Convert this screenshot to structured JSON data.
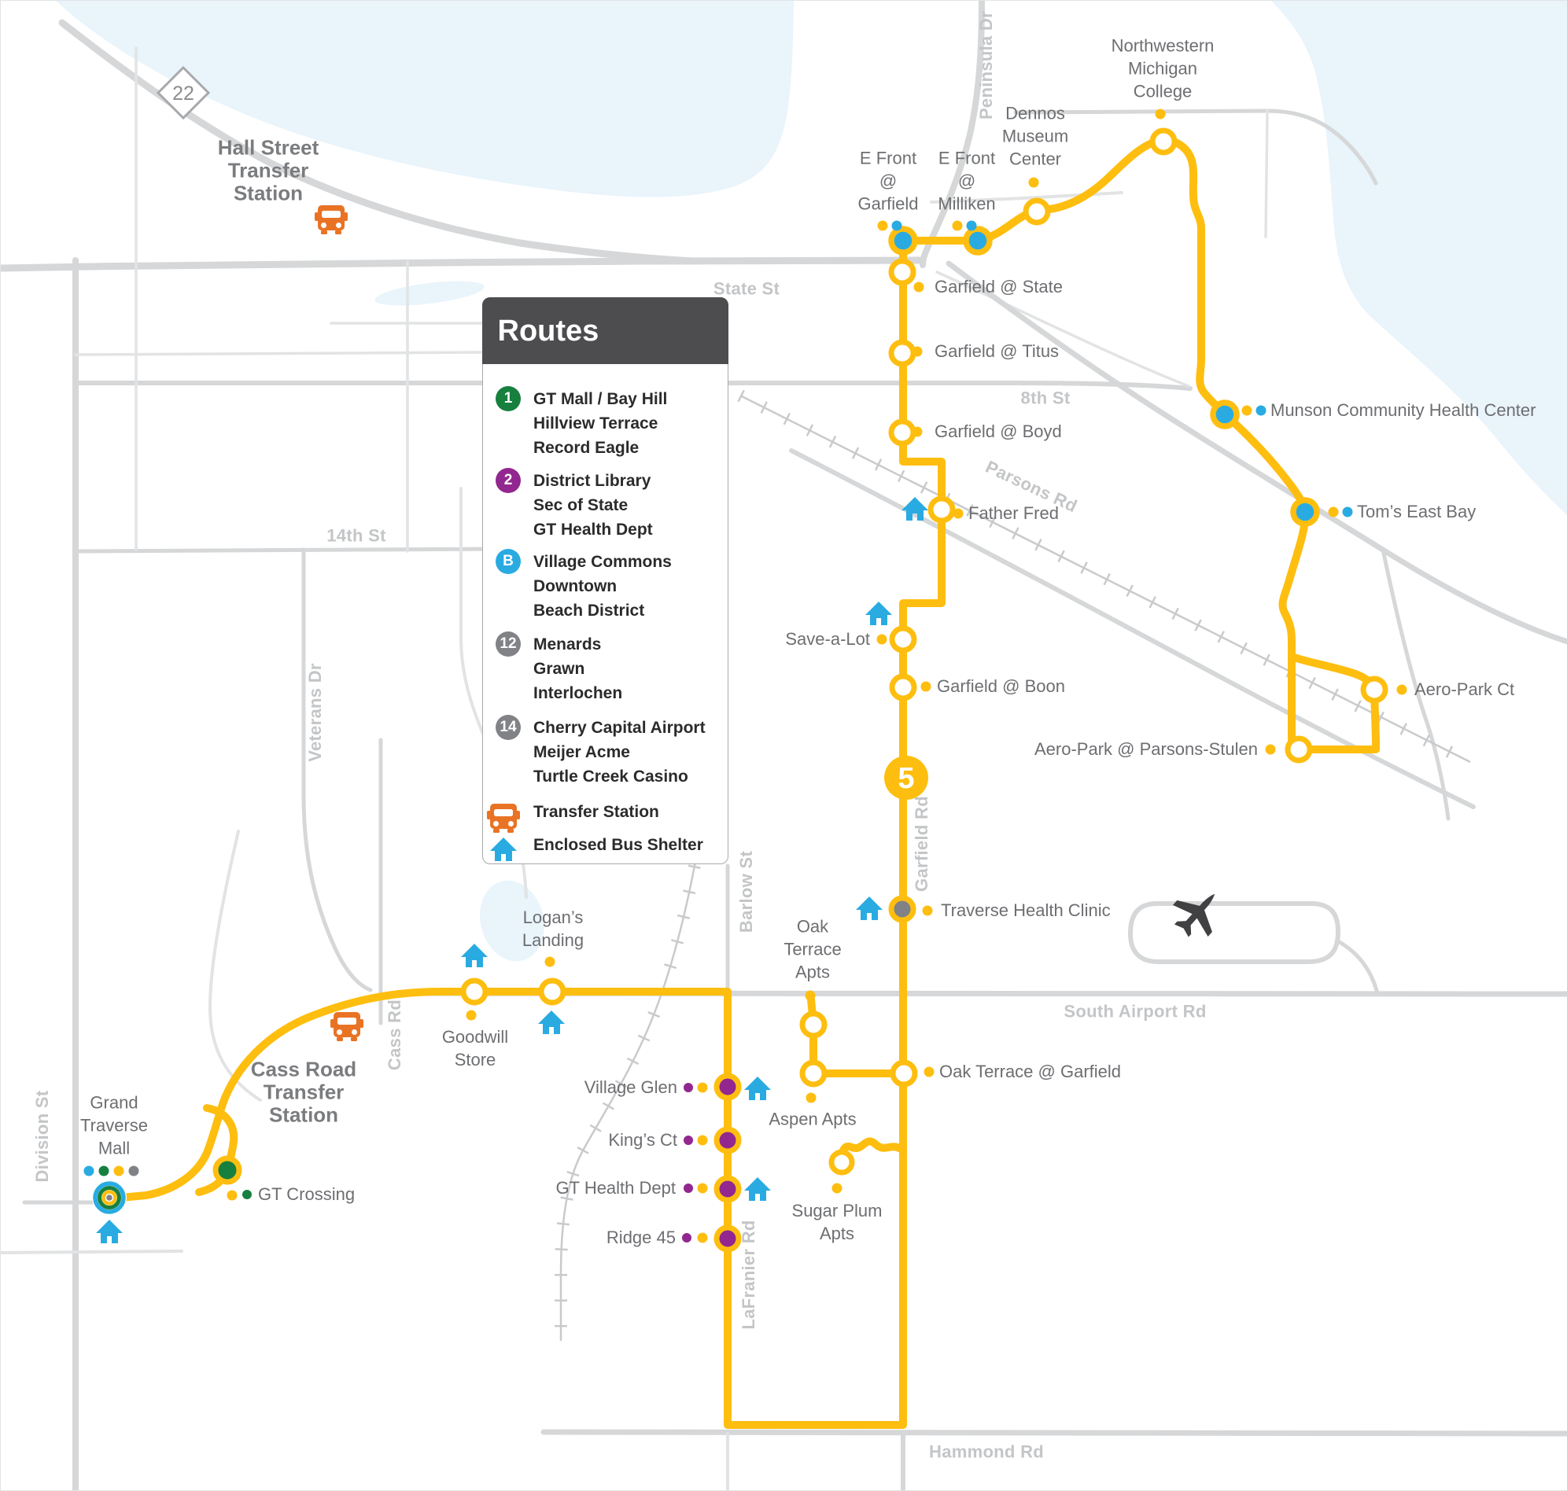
{
  "legend": {
    "title": "Routes",
    "routes": [
      {
        "badge": "1",
        "color": "#17803F",
        "lines": [
          "GT Mall / Bay Hill",
          "Hillview Terrace",
          "Record Eagle"
        ]
      },
      {
        "badge": "2",
        "color": "#92278F",
        "lines": [
          "District Library",
          "Sec of State",
          "GT Health Dept"
        ]
      },
      {
        "badge": "B",
        "color": "#29ABE2",
        "lines": [
          "Village Commons",
          "Downtown",
          "Beach District"
        ]
      },
      {
        "badge": "12",
        "color": "#808285",
        "lines": [
          "Menards",
          "Grawn",
          "Interlochen"
        ]
      },
      {
        "badge": "14",
        "color": "#808285",
        "lines": [
          "Cherry Capital Airport",
          "Meijer Acme",
          "Turtle Creek Casino"
        ]
      }
    ],
    "transfer_station": "Transfer Station",
    "bus_shelter": "Enclosed Bus Shelter"
  },
  "badges": {
    "route": "5",
    "highway": "22"
  },
  "stations": {
    "hall": [
      "Hall Street",
      "Transfer",
      "Station"
    ],
    "cass": [
      "Cass Road",
      "Transfer",
      "Station"
    ]
  },
  "streets": {
    "state": "State St",
    "eighth": "8th St",
    "parsons": "Parsons Rd",
    "fourteenth": "14th St",
    "veterans": "Veterans Dr",
    "peninsula": "Peninsula Dr",
    "cass": "Cass Rd",
    "barlow": "Barlow St",
    "garfield": "Garfield Rd",
    "south_airport": "South Airport Rd",
    "lafranier": "LaFranier Rd",
    "division": "Division St",
    "hammond": "Hammond Rd"
  },
  "stops": {
    "efront_garfield": [
      "E Front",
      "@",
      "Garfield"
    ],
    "efront_milliken": [
      "E Front",
      "@",
      "Milliken"
    ],
    "dennos": [
      "Dennos",
      "Museum",
      "Center"
    ],
    "nmc": [
      "Northwestern",
      "Michigan",
      "College"
    ],
    "garfield_state": "Garfield @ State",
    "garfield_titus": "Garfield @ Titus",
    "garfield_boyd": "Garfield @ Boyd",
    "munson": "Munson Community Health Center",
    "toms_east_bay": "Tom’s East Bay",
    "father_fred": "Father Fred",
    "save_a_lot": "Save-a-Lot",
    "garfield_boon": "Garfield @ Boon",
    "aero_park_ct": "Aero-Park Ct",
    "aero_park_parsons_stulen": "Aero-Park @ Parsons-Stulen",
    "traverse_health_clinic": "Traverse Health Clinic",
    "oak_terrace_apts": [
      "Oak",
      "Terrace",
      "Apts"
    ],
    "oak_terrace_garfield": "Oak Terrace @ Garfield",
    "aspen_apts": "Aspen Apts",
    "sugar_plum": [
      "Sugar Plum",
      "Apts"
    ],
    "village_glen": "Village Glen",
    "kings_ct": "King’s Ct",
    "gt_health_dept": "GT Health Dept",
    "ridge_45": "Ridge 45",
    "logans_landing": [
      "Logan’s",
      "Landing"
    ],
    "goodwill": [
      "Goodwill",
      "Store"
    ],
    "grand_traverse_mall": [
      "Grand",
      "Traverse",
      "Mall"
    ],
    "gt_crossing": "GT Crossing"
  },
  "colors": {
    "route_yellow": "#FEBE10",
    "route_blue": "#29ABE2",
    "route_green": "#17803F",
    "route_purple": "#92278F",
    "route_gray": "#808285",
    "transfer_orange": "#E97324",
    "water": "#E9F4FB"
  }
}
